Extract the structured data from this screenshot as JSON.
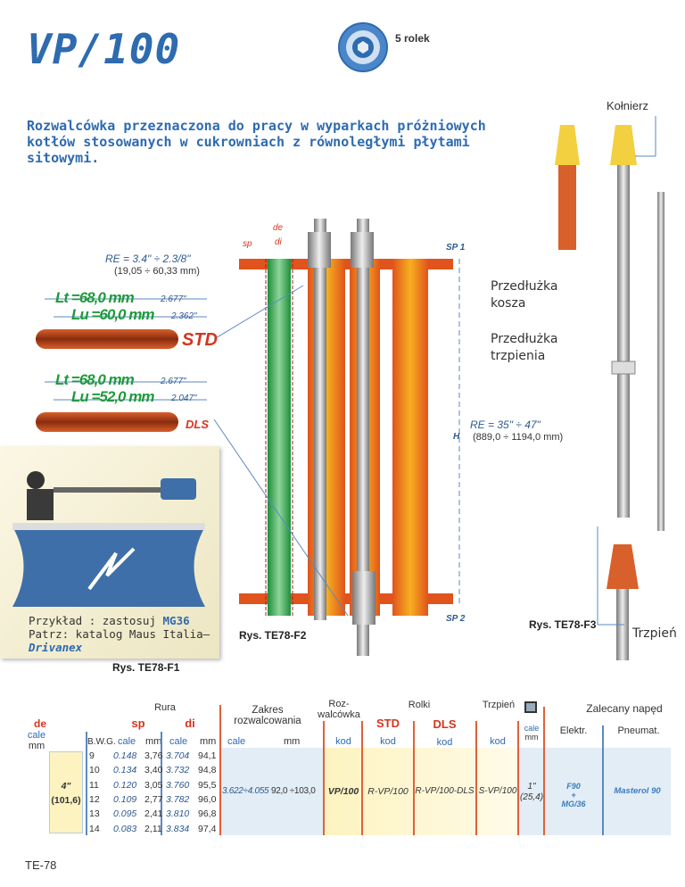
{
  "header": {
    "title": "VP/100",
    "rollers_label": "5 rolek",
    "icon": "roller-cage-icon"
  },
  "description": "Rozwalcówka przeznaczona do pracy w wyparkach próżniowych kotłów stosowanych w cukrowniach z równoległymi płytami sitowymi.",
  "diagram": {
    "de": "de",
    "di": "di",
    "sp": "sp",
    "sp1": "SP 1",
    "sp2": "SP 2",
    "h": "H",
    "re_top": "RE = 3.4\" ÷ 2.3/8\"",
    "re_top_mm": "(19,05 ÷ 60,33 mm)",
    "re_bottom": "RE = 35\" ÷ 47\"",
    "re_bottom_mm": "(889,0 ÷ 1194,0 mm)",
    "std": {
      "lt": "Lt =68,0 mm",
      "lt_in": "2.677\"",
      "lu": "Lu =60,0 mm",
      "lu_in": "2.362\"",
      "label": "STD"
    },
    "dls": {
      "lt": "Lt =68,0 mm",
      "lt_in": "2.677\"",
      "lu": "Lu =52,0 mm",
      "lu_in": "2.047\"",
      "label": "DLS"
    },
    "kolnierz": "Kołnierz",
    "przedluzka_kosza": "Przedłużka kosza",
    "przedluzka_trzpienia": "Przedłużka trzpienia",
    "trzpien": "Trzpień",
    "fig2": "Rys. TE78-F2",
    "fig3": "Rys. TE78-F3",
    "fig1": "Rys. TE78-F1"
  },
  "example": {
    "line1_prefix": "Przykład : zastosuj ",
    "line1_model": "MG36",
    "line2": "Patrz: katalog Maus Italia—",
    "line3": "Drivanex"
  },
  "table": {
    "h_rura": "Rura",
    "h_de": "de",
    "h_sp": "sp",
    "h_di": "di",
    "h_zakres": "Zakres rozwalcowania",
    "h_roz": "Roz-walcówka",
    "h_rolki": "Rolki",
    "h_std": "STD",
    "h_dls": "DLS",
    "h_trzpien": "Trzpień",
    "h_naped": "Zalecany napęd",
    "cale": "cale",
    "mm": "mm",
    "bwg": "B.W.G.",
    "kod": "kod",
    "elektr": "Elektr.",
    "pneumat": "Pneumat.",
    "de_in": "4\"",
    "de_mm": "(101,6)",
    "rows": [
      {
        "bwg": "9",
        "sp_in": "0.148",
        "sp_mm": "3,76",
        "di_in": "3.704",
        "di_mm": "94,1"
      },
      {
        "bwg": "10",
        "sp_in": "0.134",
        "sp_mm": "3,40",
        "di_in": "3.732",
        "di_mm": "94,8"
      },
      {
        "bwg": "11",
        "sp_in": "0.120",
        "sp_mm": "3,05",
        "di_in": "3.760",
        "di_mm": "95,5"
      },
      {
        "bwg": "12",
        "sp_in": "0.109",
        "sp_mm": "2,77",
        "di_in": "3.782",
        "di_mm": "96,0"
      },
      {
        "bwg": "13",
        "sp_in": "0.095",
        "sp_mm": "2,41",
        "di_in": "3.810",
        "di_mm": "96,8"
      },
      {
        "bwg": "14",
        "sp_in": "0.083",
        "sp_mm": "2,11",
        "di_in": "3.834",
        "di_mm": "97,4"
      }
    ],
    "zakres_in": "3.622÷4.055",
    "zakres_mm": "92,0 ÷103,0",
    "roz_kod": "VP/100",
    "std_kod": "R-VP/100",
    "dls_kod": "R-VP/100-DLS",
    "trzpien_kod": "S-VP/100",
    "sq_in": "1\"",
    "sq_mm": "(25,4)",
    "elektr_val1": "F90",
    "elektr_plus": "+",
    "elektr_val2": "MG/36",
    "pneumat_val": "Masterol 90"
  },
  "footer": "TE-78",
  "colors": {
    "brand": "#2e6bb0",
    "red": "#d6351e",
    "green": "#1e9a3c"
  }
}
